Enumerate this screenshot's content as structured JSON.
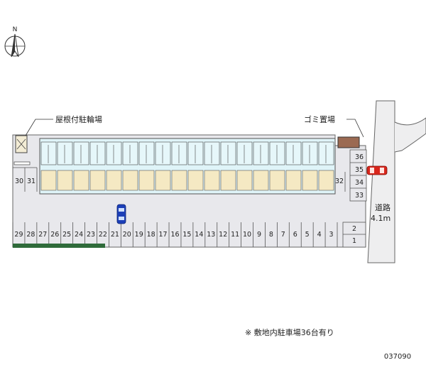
{
  "compass": {
    "label": "N",
    "icon": "north-arrow-icon"
  },
  "labels": {
    "bicycle_parking": "屋根付駐輪場",
    "garbage": "ゴミ置場",
    "road_name": "道路",
    "road_width": "4.1m",
    "note": "※ 敷地内駐車場36台有り",
    "code": "037090"
  },
  "parking": {
    "bottom_row": [
      "29",
      "28",
      "27",
      "26",
      "25",
      "24",
      "23",
      "22",
      "21",
      "20",
      "19",
      "18",
      "17",
      "16",
      "15",
      "14",
      "13",
      "12",
      "11",
      "10",
      "9",
      "8",
      "7",
      "6",
      "5",
      "4",
      "3"
    ],
    "left_pair": [
      "30",
      "31"
    ],
    "right_col_labels": [
      "36",
      "35",
      "34",
      "33"
    ],
    "right_single": "32",
    "right_small": [
      "2",
      "1"
    ],
    "highlighted_space": "35"
  },
  "colors": {
    "lot": "#e8e8ec",
    "building": "#dff4f8",
    "balcony": "#f5e9c3",
    "road": "#eeeeef",
    "garbage_box": "#9b6a52",
    "hedge": "#2f6b3a",
    "blue_car": "#1c3fb8",
    "red_car": "#d9261c"
  }
}
